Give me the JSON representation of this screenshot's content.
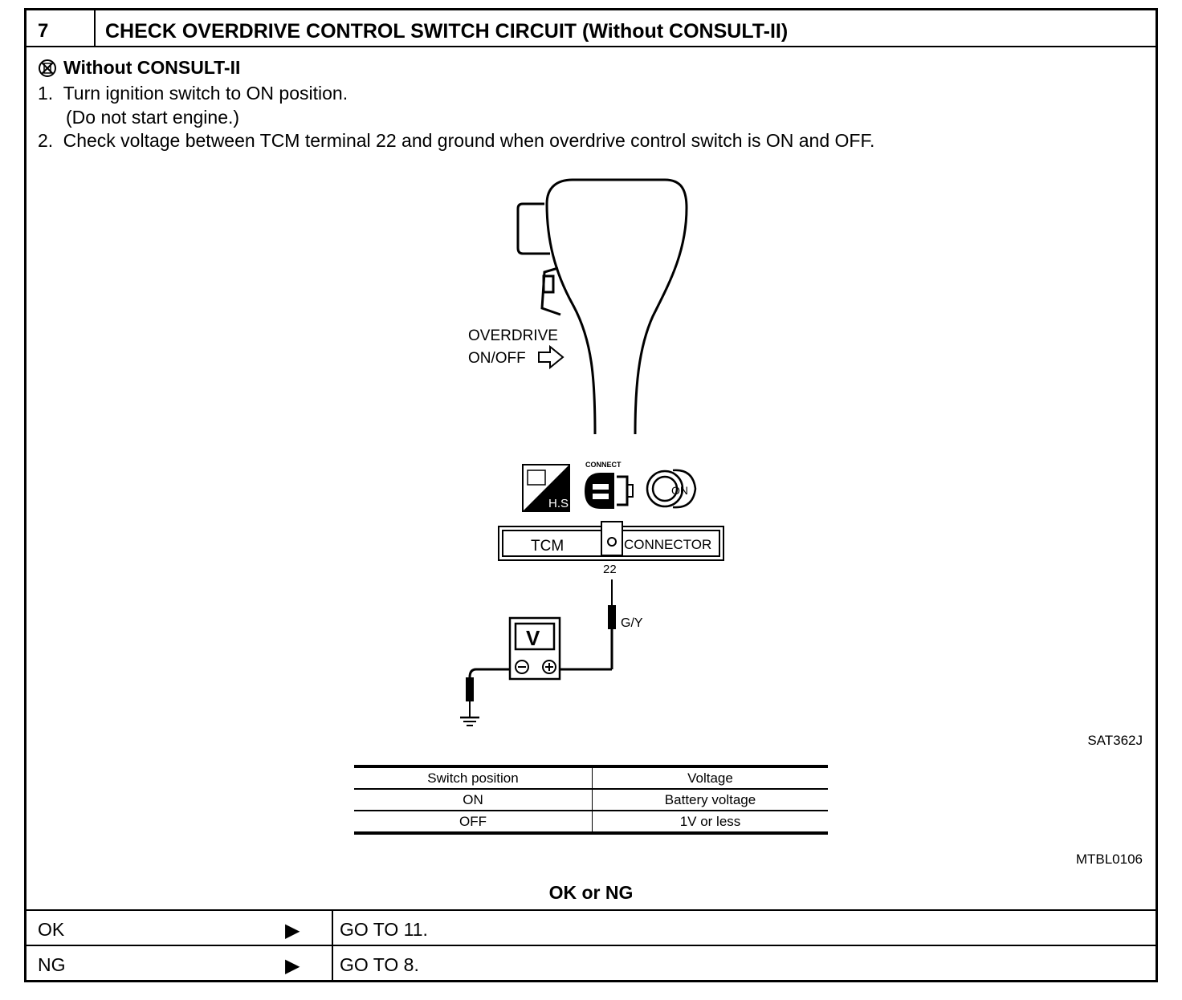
{
  "header": {
    "step_number": "7",
    "title": "CHECK OVERDRIVE CONTROL SWITCH CIRCUIT (Without CONSULT-II)"
  },
  "procedure": {
    "mode_label": "Without CONSULT-II",
    "steps": [
      {
        "number": "1.",
        "text": "Turn ignition switch to ON position.",
        "note": "(Do not start engine.)"
      },
      {
        "number": "2.",
        "text": "Check voltage between TCM terminal 22 and ground when overdrive control switch is ON and OFF."
      }
    ]
  },
  "diagram": {
    "callout": [
      "OVERDRIVE",
      "ON/OFF"
    ],
    "icon_hs_label": "H.S",
    "icon_connect_label": "CONNECT",
    "icon_key_label": "ON",
    "connector_left": "TCM",
    "connector_right": "CONNECTOR",
    "terminal": "22",
    "wire_color": "G/Y",
    "meter_label": "V",
    "figure_id": "SAT362J"
  },
  "spec_table": {
    "headers": [
      "Switch position",
      "Voltage"
    ],
    "rows": [
      [
        "ON",
        "Battery voltage"
      ],
      [
        "OFF",
        "1V or less"
      ]
    ],
    "table_id": "MTBL0106"
  },
  "result": {
    "heading": "OK or NG",
    "rows": [
      {
        "key": "OK",
        "action": "GO TO 11."
      },
      {
        "key": "NG",
        "action": "GO TO 8."
      }
    ]
  }
}
